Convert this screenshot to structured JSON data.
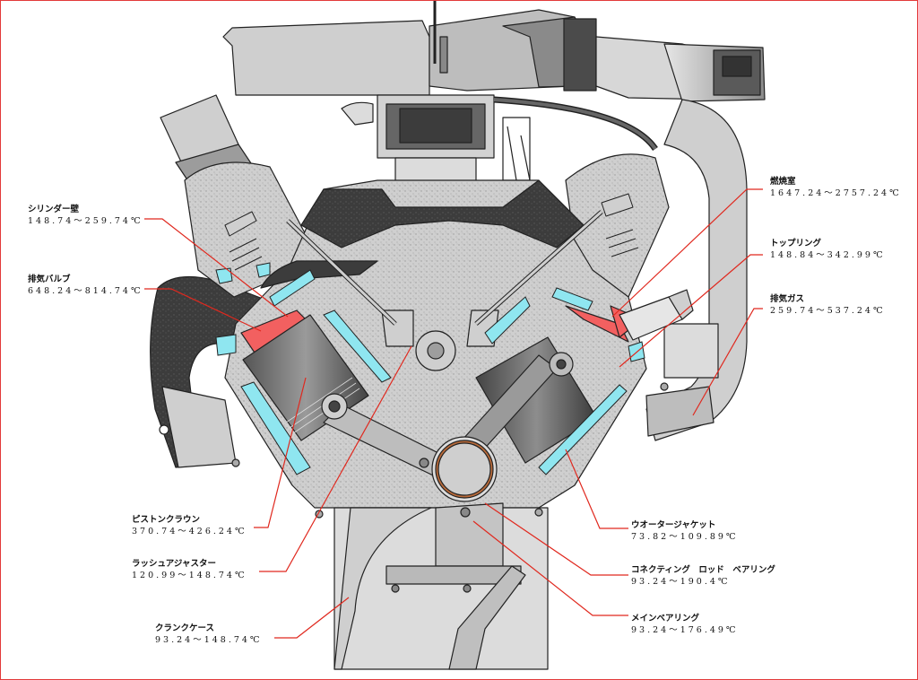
{
  "colors": {
    "frame": "#e23a3a",
    "leader": "#e0281e",
    "coolant": "#8fe6f0",
    "hot": "#f26060",
    "casting": "#d3d3d3",
    "dark": "#3c3c3c"
  },
  "labels": {
    "cylinder_wall": {
      "name": "シリンダー壁",
      "range": "148.74〜259.74℃"
    },
    "exhaust_valve": {
      "name": "排気バルブ",
      "range": "648.24〜814.74℃"
    },
    "piston_crown": {
      "name": "ピストンクラウン",
      "range": "370.74〜426.24℃"
    },
    "lash_adjuster": {
      "name": "ラッシュアジャスター",
      "range": "120.99〜148.74℃"
    },
    "crankcase": {
      "name": "クランクケース",
      "range": "93.24〜148.74℃"
    },
    "combustion": {
      "name": "燃焼室",
      "range": "1647.24〜2757.24℃"
    },
    "top_ring": {
      "name": "トップリング",
      "range": "148.84〜342.99℃"
    },
    "exhaust_gas": {
      "name": "排気ガス",
      "range": "259.74〜537.24℃"
    },
    "water_jacket": {
      "name": "ウオータージャケット",
      "range": "73.82〜109.89℃"
    },
    "conrod_bearing": {
      "name": "コネクティング　ロッド　ベアリング",
      "range": "93.24〜190.4℃"
    },
    "main_bearing": {
      "name": "メインベアリング",
      "range": "93.24〜176.49℃"
    }
  }
}
